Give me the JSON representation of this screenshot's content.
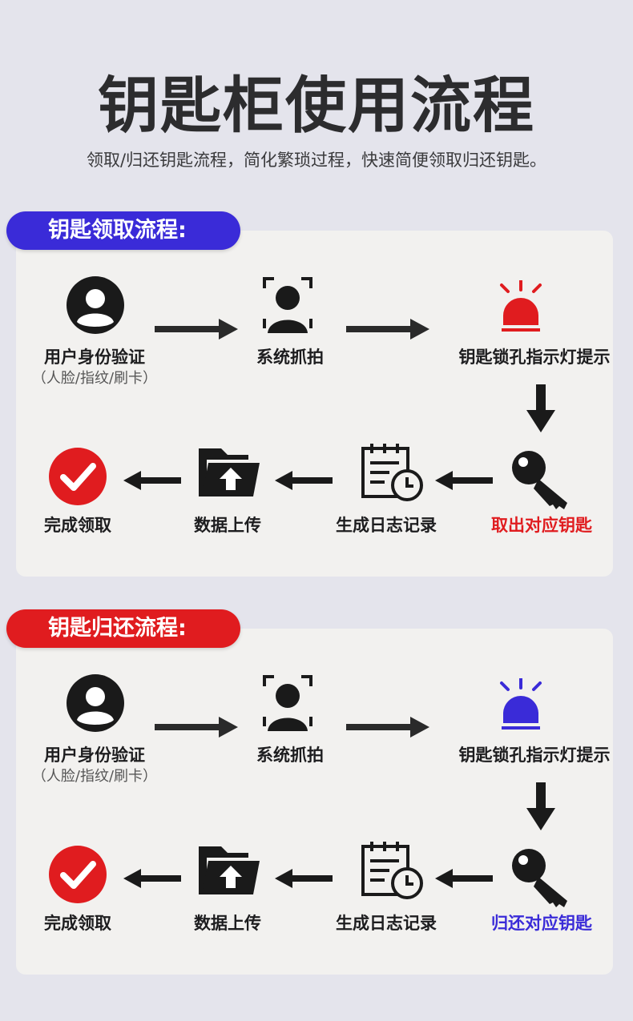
{
  "header": {
    "title": "钥匙柜使用流程",
    "subtitle": "领取/归还钥匙流程，简化繁琐过程，快速简便领取归还钥匙。"
  },
  "sections": [
    {
      "title": "钥匙领取流程:",
      "pill_color": "#3a2bd8",
      "alarm_color": "#e01c1f",
      "final_color": "#e01c1f",
      "steps": {
        "verify": "用户身份验证",
        "verify_sub": "（人脸/指纹/刷卡）",
        "capture": "系统抓拍",
        "indicator": "钥匙锁孔指示灯提示",
        "key_action": "取出对应钥匙",
        "log": "生成日志记录",
        "upload": "数据上传",
        "done": "完成领取"
      }
    },
    {
      "title": "钥匙归还流程:",
      "pill_color": "#e01c1f",
      "alarm_color": "#3a2bd8",
      "final_color": "#3a2bd8",
      "steps": {
        "verify": "用户身份验证",
        "verify_sub": "（人脸/指纹/刷卡）",
        "capture": "系统抓拍",
        "indicator": "钥匙锁孔指示灯提示",
        "key_action": "归还对应钥匙",
        "log": "生成日志记录",
        "upload": "数据上传",
        "done": "完成领取"
      }
    }
  ],
  "icons": {
    "user": "user-circle-icon",
    "face": "face-scan-icon",
    "alarm": "alarm-light-icon",
    "key": "key-icon",
    "log": "log-calendar-icon",
    "upload": "folder-upload-icon",
    "check": "check-circle-icon"
  }
}
